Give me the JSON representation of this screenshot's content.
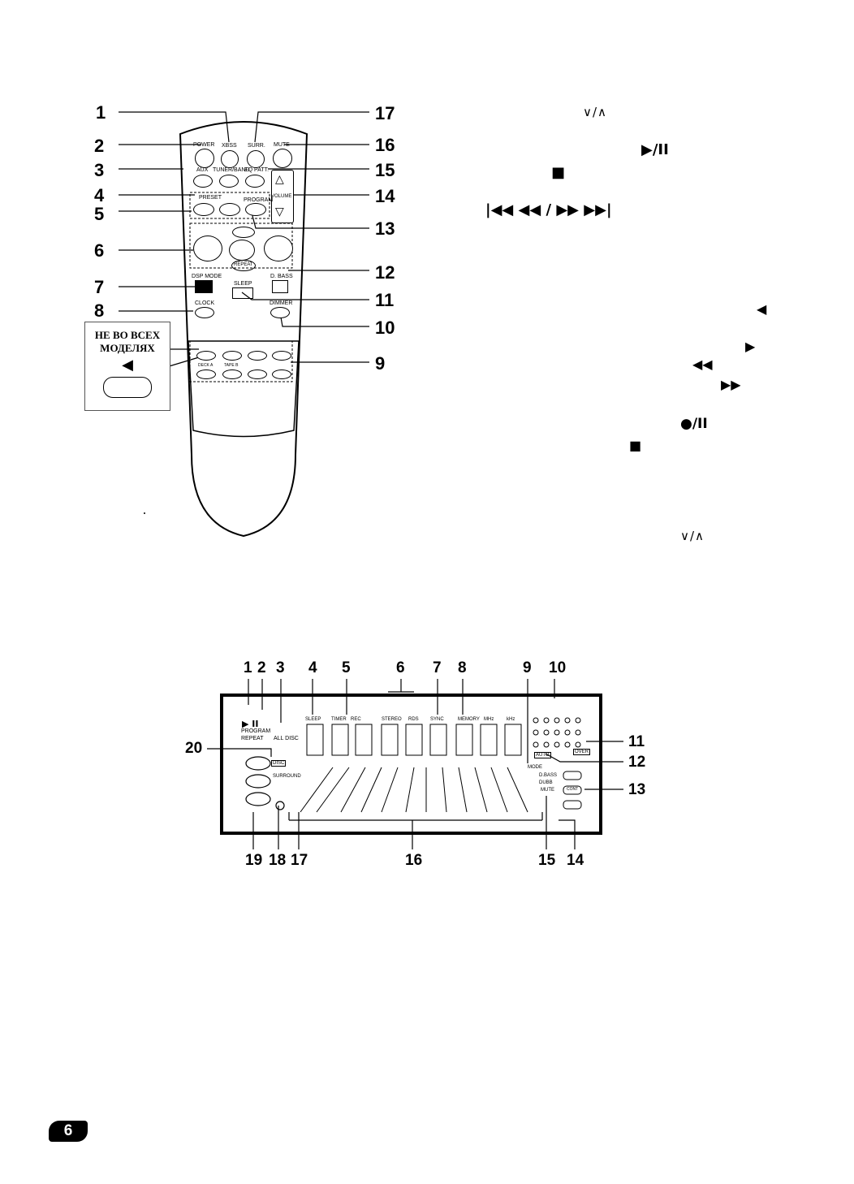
{
  "remote": {
    "left_numbers": [
      "1",
      "2",
      "3",
      "4",
      "5",
      "6",
      "7",
      "8"
    ],
    "right_numbers": [
      "17",
      "16",
      "15",
      "14",
      "13",
      "12",
      "11",
      "10",
      "9"
    ],
    "button_labels": {
      "power": "POWER",
      "xbss": "XBSS",
      "surr": "SURR.",
      "mute": "MUTE",
      "aux": "AUX",
      "tuner_band": "TUNER/BAND",
      "eq_patt": "EQ PATT.",
      "volume": "VOLUME",
      "preset": "PRESET",
      "program": "PROGRAM",
      "repeat": "REPEAT",
      "dsp_mode": "DSP MODE",
      "sleep": "SLEEP",
      "d_bass": "D. BASS",
      "clock": "CLOCK",
      "dimmer": "DIMMER",
      "deck_a": "DECK A",
      "tape_b": "TAPE B"
    },
    "callout_text": "НЕ ВО ВСЕХ МОДЕЛЯХ"
  },
  "right_symbols": [
    "∨/∧",
    "▶/II",
    "■",
    "|◀◀ ◀◀ / ▶▶ ▶▶|",
    "◀",
    "▶",
    "◀◀",
    "▶▶",
    "●/II",
    "■",
    "∨/∧"
  ],
  "display": {
    "top_numbers": [
      "1",
      "2",
      "3",
      "4",
      "5",
      "6",
      "7",
      "8",
      "9",
      "10"
    ],
    "right_numbers": [
      "11",
      "12",
      "13"
    ],
    "bottom_numbers": [
      "19",
      "18",
      "17",
      "16",
      "15",
      "14"
    ],
    "left_numbers": [
      "20"
    ],
    "labels": {
      "play_pause": "▶ II",
      "program": "PROGRAM",
      "repeat": "REPEAT",
      "all_disc": "ALL DISC",
      "sleep": "SLEEP",
      "timer": "TIMER",
      "rec": "REC",
      "stereo": "STEREO",
      "rds": "RDS",
      "sync": "SYNC",
      "memory": "MEMORY",
      "mhz": "MHz",
      "khz": "kHz",
      "disc": "DISC",
      "surround": "SURROUND",
      "auto": "AUTO",
      "over": "OVER",
      "dsp_mode": "MODE",
      "dbass": "D.BASS",
      "dubb": "DUBB",
      "mute": "MUTE",
      "cont": "CONT"
    }
  },
  "page_number": "6"
}
